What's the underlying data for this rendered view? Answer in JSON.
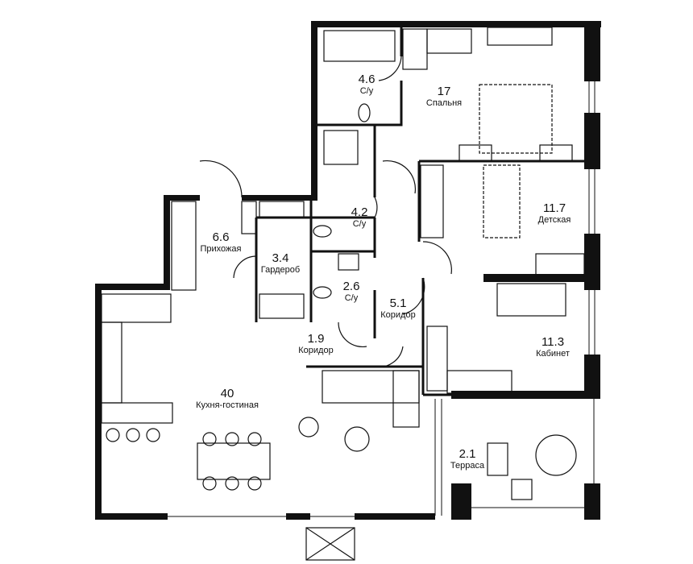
{
  "rooms": [
    {
      "area": "4.6",
      "name": "С/у"
    },
    {
      "area": "17",
      "name": "Спальня"
    },
    {
      "area": "4.2",
      "name": "С/у"
    },
    {
      "area": "11.7",
      "name": "Детская"
    },
    {
      "area": "6.6",
      "name": "Прихожая"
    },
    {
      "area": "3.4",
      "name": "Гардероб"
    },
    {
      "area": "2.6",
      "name": "С/у"
    },
    {
      "area": "5.1",
      "name": "Коридор"
    },
    {
      "area": "1.9",
      "name": "Коридор"
    },
    {
      "area": "11.3",
      "name": "Кабинет"
    },
    {
      "area": "40",
      "name": "Кухня-гостиная"
    },
    {
      "area": "2.1",
      "name": "Терраса"
    }
  ],
  "colors": {
    "wall": "#111111",
    "background": "#ffffff"
  }
}
